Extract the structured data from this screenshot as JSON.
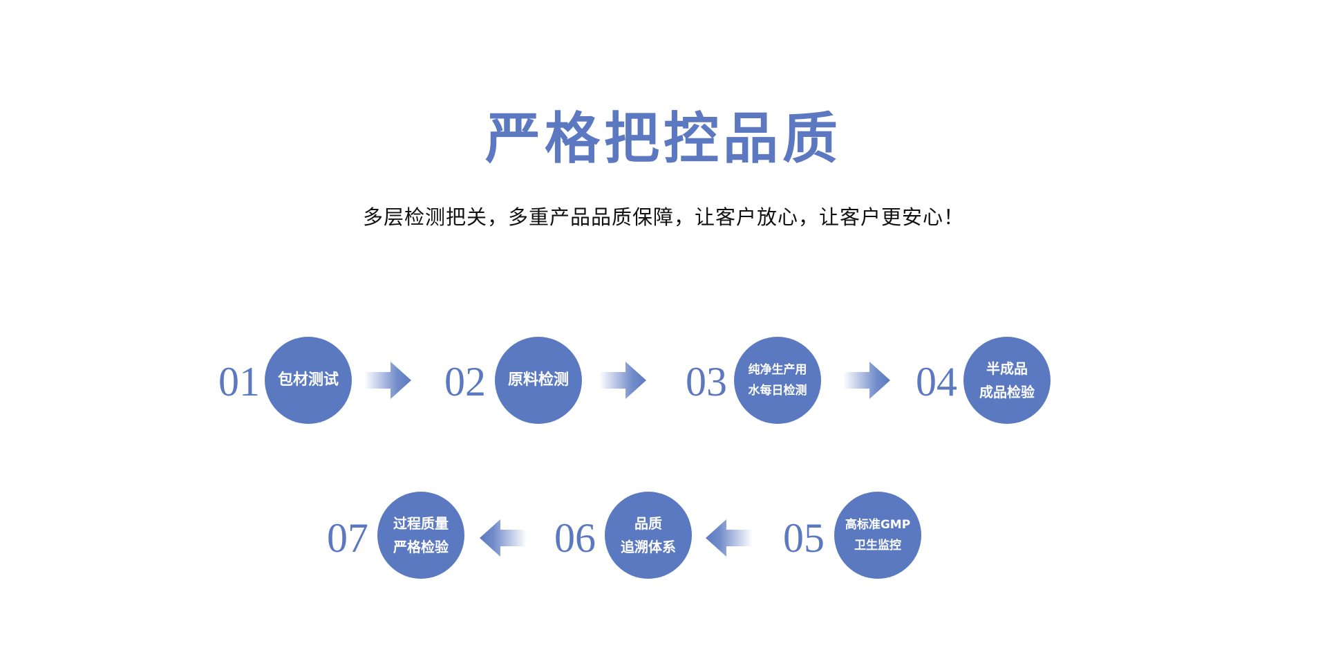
{
  "header": {
    "title": "严格把控品质",
    "subtitle": "多层检测把关，多重产品品质保障，让客户放心，让客户更安心！"
  },
  "colors": {
    "accent": "#5b79c1",
    "text": "#111111"
  },
  "steps": [
    {
      "num": "01",
      "lines": [
        "包材测试"
      ]
    },
    {
      "num": "02",
      "lines": [
        "原料检测"
      ]
    },
    {
      "num": "03",
      "lines": [
        "纯净生产用",
        "水每日检测"
      ]
    },
    {
      "num": "04",
      "lines": [
        "半成品",
        "成品检验"
      ]
    },
    {
      "num": "05",
      "lines": [
        "高标准GMP",
        "卫生监控"
      ]
    },
    {
      "num": "06",
      "lines": [
        "品质",
        "追溯体系"
      ]
    },
    {
      "num": "07",
      "lines": [
        "过程质量",
        "严格检验"
      ]
    }
  ]
}
